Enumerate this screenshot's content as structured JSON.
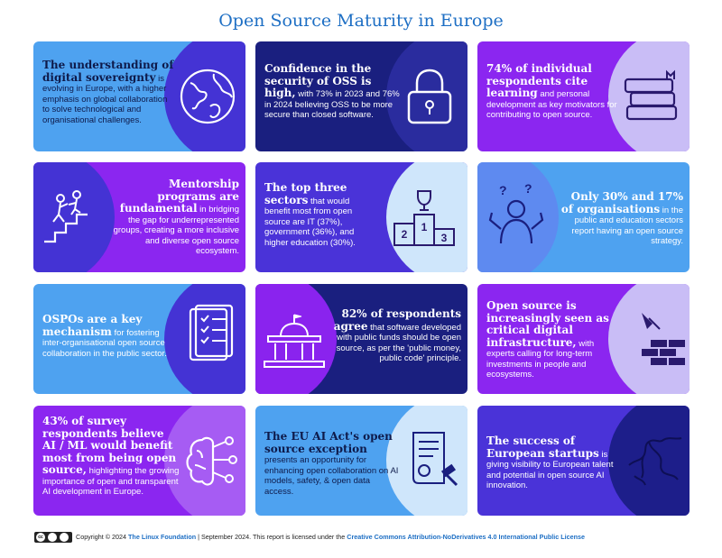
{
  "title": "Open Source Maturity in Europe",
  "cards": [
    {
      "id": "digital-sovereignty",
      "highlight": "The understanding of digital sovereignty",
      "body": " is evolving in Europe, with a higher emphasis on global collaboration to solve technological and organisational challenges.",
      "icon": "globe-icon"
    },
    {
      "id": "oss-security",
      "highlight": "Confidence in the security of OSS is high,",
      "body": " with 73% in 2023 and 76% in 2024 believing OSS to be more secure than closed software.",
      "icon": "padlock-icon"
    },
    {
      "id": "learning-motivators",
      "highlight_a": "74% of individual respondents cite ",
      "highlight_b": "learning",
      "body": " and personal development as key motivators for contributing to open source.",
      "icon": "books-icon"
    },
    {
      "id": "mentorship",
      "highlight": "Mentorship programs are fundamental",
      "body": " in bridging the gap for underrepresented groups, creating a more inclusive and diverse open source ecosystem.",
      "icon": "stairs-climbing-icon"
    },
    {
      "id": "top-sectors",
      "highlight": "The top three sectors",
      "body": " that would benefit most from open source are IT (37%), government (36%), and higher education (30%).",
      "icon": "podium-icon",
      "podium": [
        "2",
        "1",
        "3"
      ]
    },
    {
      "id": "open-source-strategy",
      "highlight": "Only 30% and 17% of organisations",
      "body": " in the public and education sectors report having an open source strategy.",
      "icon": "confused-person-icon",
      "marks": [
        "?",
        "?"
      ]
    },
    {
      "id": "ospos",
      "highlight": "OSPOs are a key mechanism",
      "body": " for fostering inter-organisational open source collaboration in the public sector.",
      "icon": "checklist-icon"
    },
    {
      "id": "public-money",
      "highlight": "82% of respondents agree",
      "body": " that software developed with public funds should be open source, as per the 'public money, public code' principle.",
      "icon": "government-building-icon"
    },
    {
      "id": "digital-infrastructure",
      "highlight": "Open source is increasingly seen as critical digital infrastructure,",
      "body": " with experts calling for long-term investments in people and ecosystems.",
      "icon": "brick-wall-trowel-icon"
    },
    {
      "id": "ai-ml",
      "lead": "43% of survey respondents ",
      "highlight": "believe AI / ML would benefit most from being open source,",
      "body": " highlighting the growing importance of open and transparent AI development in Europe.",
      "icon": "neural-network-icon"
    },
    {
      "id": "eu-ai-act",
      "highlight": "The EU AI Act's open source exception",
      "body": " presents an opportunity for enhancing open collaboration on AI models, safety, & open data access.",
      "icon": "legal-document-gavel-icon"
    },
    {
      "id": "startups",
      "lead": "The success of ",
      "highlight": "European startups",
      "body": " is giving visibility to European talent and potential in open source AI innovation.",
      "icon": "europe-map-icon"
    }
  ],
  "footer": {
    "copyright": "Copyright © 2024 ",
    "org": "The Linux Foundation",
    "date": " | September 2024. This report is licensed under the ",
    "license": "Creative Commons Attribution-NoDerivatives 4.0 International Public License",
    "badge_cc": "cc",
    "badge_icon": "cc-by-nd-icon"
  },
  "colors": {
    "title": "#1e6fc4",
    "light_blue": "#4ea2f0",
    "navy": "#1a1f7f",
    "purple": "#8b26f0",
    "indigo": "#4a33d8"
  }
}
